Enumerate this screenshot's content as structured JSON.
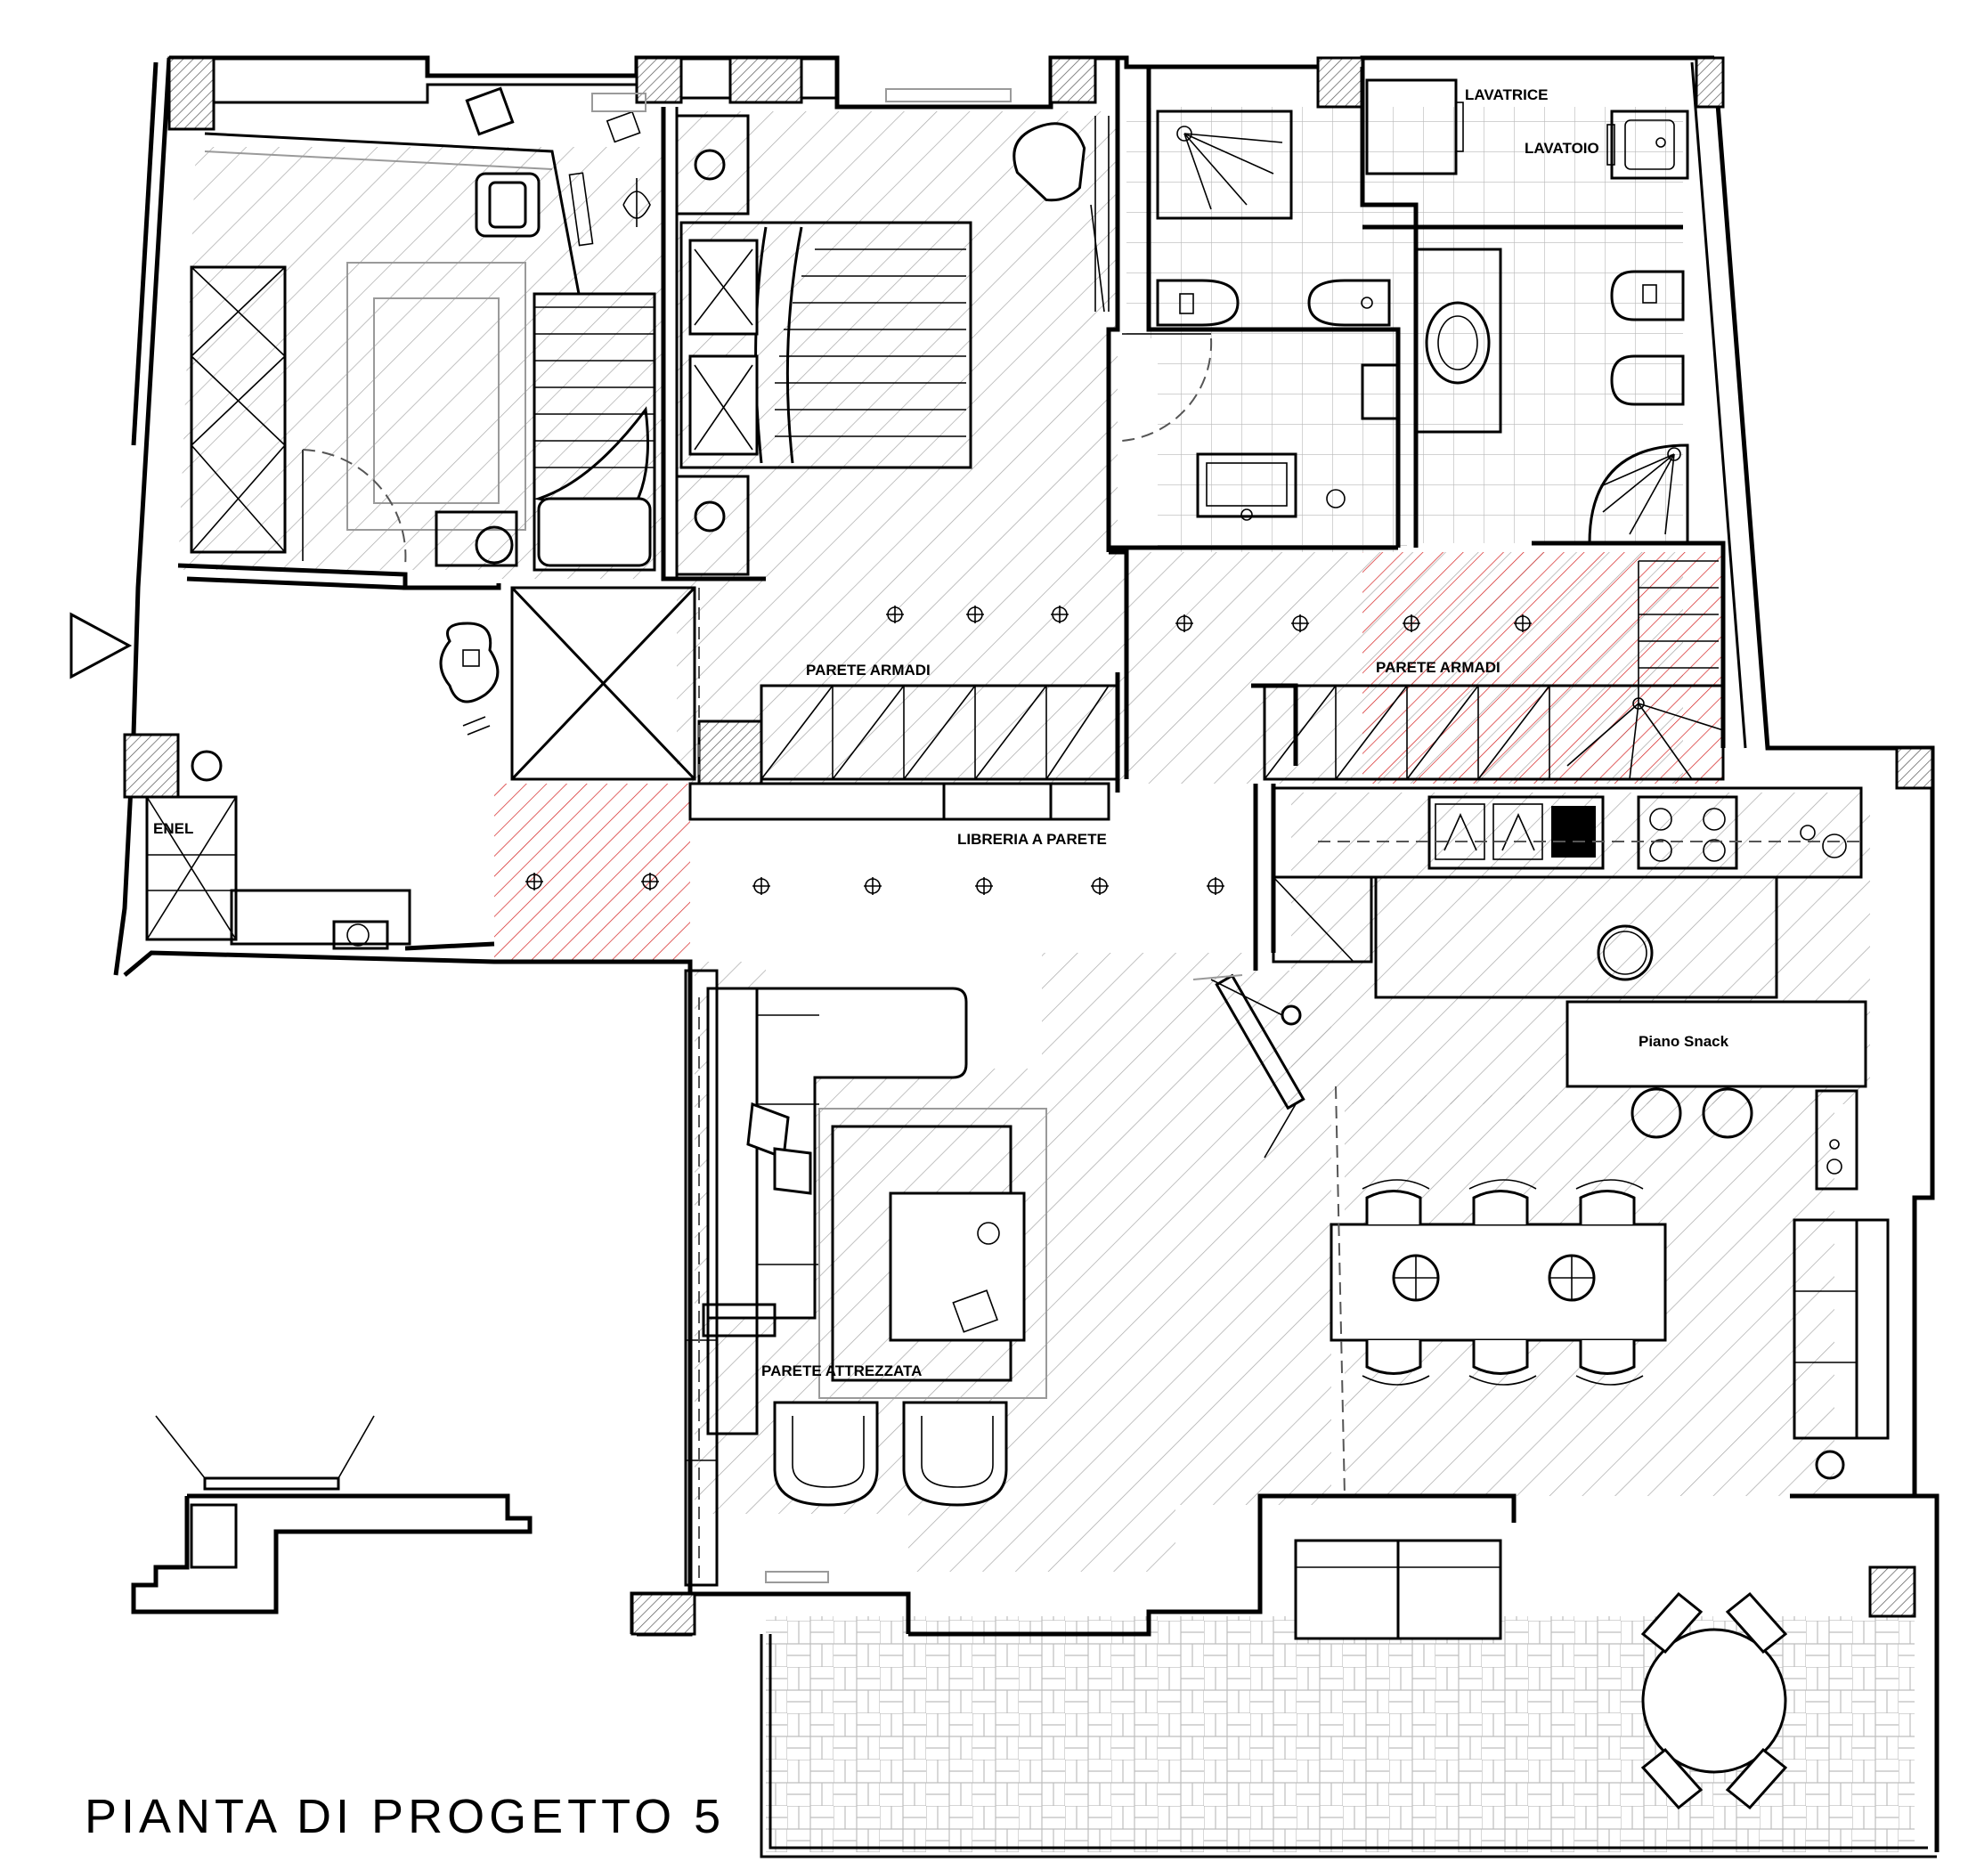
{
  "drawing": {
    "title": "PIANTA DI PROGETTO 5",
    "labels": {
      "lavatrice": "LAVATRICE",
      "lavatoio": "LAVATOIO",
      "parete_armadi_1": "PARETE ARMADI",
      "parete_armadi_2": "PARETE ARMADI",
      "libreria": "LIBRERIA A PARETE",
      "piano_snack": "Piano Snack",
      "parete_attrezzata": "PARETE ATTREZZATA",
      "enel": "ENEL"
    },
    "colors": {
      "walls": "#000000",
      "hatch_grey": "#9a9a9a",
      "hatch_red": "#d42020",
      "background": "#ffffff"
    }
  }
}
